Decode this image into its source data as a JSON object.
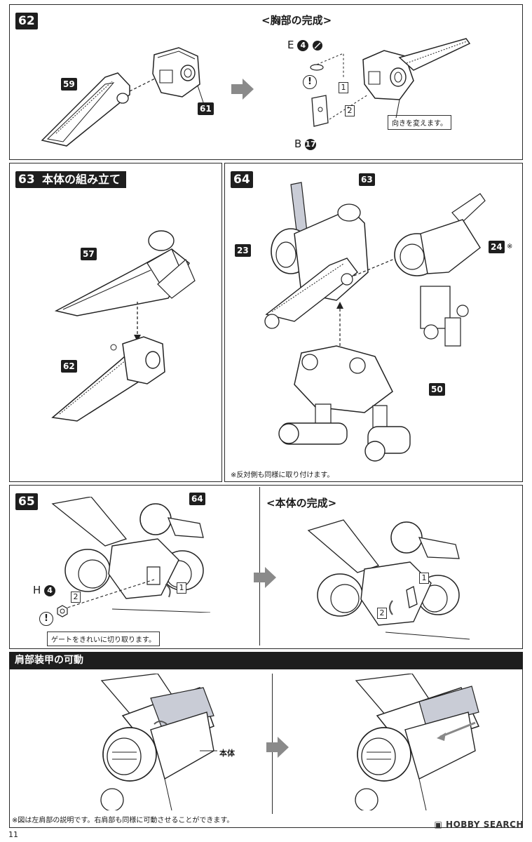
{
  "step62": {
    "number": "62",
    "subtitle": "<胸部の完成>",
    "tags": [
      "59",
      "61"
    ],
    "runner_e": "E",
    "runner_e_num": "4",
    "runner_b": "B",
    "runner_b_num": "17",
    "order": [
      "1",
      "2"
    ],
    "callout": "向きを変えます。",
    "warn": "!"
  },
  "step63": {
    "number": "63",
    "title": "本体の組み立て",
    "tags": [
      "57",
      "62"
    ]
  },
  "step64": {
    "number": "64",
    "tags": [
      "63",
      "23",
      "24",
      "50"
    ],
    "asterisk": "※",
    "note": "※反対側も同様に取り付けます。"
  },
  "step65": {
    "number": "65",
    "subtitle": "<本体の完成>",
    "tag": "64",
    "runner_h": "H",
    "runner_h_num": "4",
    "order": [
      "1",
      "2"
    ],
    "order_done": [
      "1",
      "2"
    ],
    "callout": "ゲートをきれいに切り取ります。",
    "warn": "!"
  },
  "shoulder": {
    "title": "肩部装甲の可動",
    "label": "本体",
    "note": "※図は左肩部の説明です。右肩部も同様に可動させることができます。"
  },
  "footer": {
    "logo": "HOBBY SEARCH",
    "page": "11"
  },
  "colors": {
    "ink": "#1e1e1e",
    "panel_border": "#2a2a2a",
    "arrow_grey": "#8a8a8a",
    "clear_part": "#c9ccd6"
  }
}
